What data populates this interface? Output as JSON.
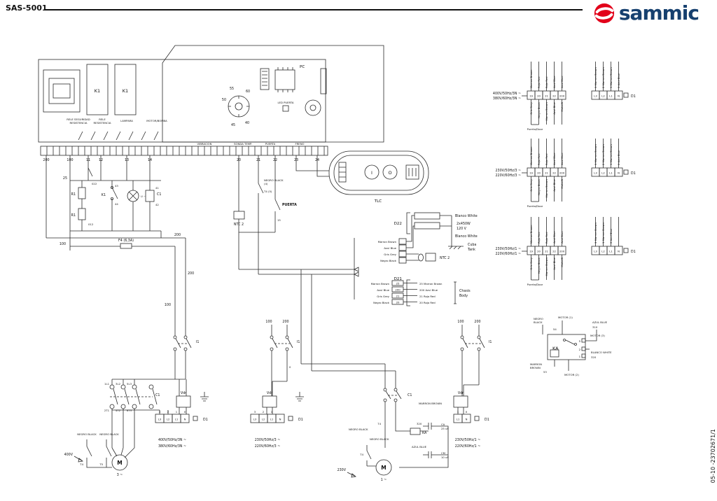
{
  "header": {
    "model": "SAS-5001",
    "brand": "sammic"
  },
  "footer": {
    "doc": "05-10 -23702671/1"
  },
  "colors": {
    "accent_red": "#e2001a",
    "brand_navy": "#16406f",
    "line": "#2a2a2a"
  },
  "board": {
    "k1a": "K1",
    "k1b": "K1",
    "relay1_l1": "RELE SEGURIDAD",
    "relay1_l2": "RESISTENCIA",
    "relay2_l1": "RELE",
    "relay2_l2": "RESISTENCIA",
    "lampara": "LAMPARA",
    "motor": "MOTOR/BOMBA",
    "pc": "PC",
    "led": "LED PUERTA",
    "dial": {
      "d55": "55",
      "d60": "60",
      "d50": "50",
      "d45": "45",
      "d40": "40"
    },
    "groups": {
      "vibracion": "VIBRACION",
      "sonda": "SONDA TEMP.",
      "puerta": "PUERTA",
      "freno": "FRENO"
    },
    "terminals": [
      "200",
      "100",
      "11",
      "12",
      "13",
      "14",
      "20",
      "21",
      "22",
      "23",
      "24"
    ]
  },
  "left": {
    "n25": "25",
    "n022": "022",
    "n012": "012",
    "r1a": "R1",
    "r1b": "R1",
    "k1": "K1",
    "n43": "43",
    "n44": "44",
    "c1": "C1",
    "n41": "41",
    "n42": "42",
    "u": "U ~",
    "fuse": "F4 (6,3A)",
    "w100": "100",
    "w200": "200",
    "d100": "100",
    "d200": "200"
  },
  "door": {
    "ntc": "NTC 2",
    "negro": "NEGRO BLACK",
    "n4": "(4)",
    "t4": "T4",
    "n5": "(5)",
    "puerta": "PUERTA",
    "n15": "15"
  },
  "tlc": {
    "label": "TLC",
    "on": "I",
    "off": "O"
  },
  "heater": {
    "d22": "D22",
    "white1": "Blanco White",
    "watts": "2x450W",
    "volts": "120 V",
    "white2": "Blanco White",
    "cuba": "Cuba",
    "tank": "Tank",
    "wires": [
      "Marron Brown",
      "Azul Blue",
      "Gris Grey",
      "Negro Black"
    ],
    "ntc": "NTC 2",
    "d21": "D21",
    "rows_l": [
      "Marron Brown",
      "Azul Blue",
      "Gris Grey",
      "Negro Black"
    ],
    "rows_n": [
      "25",
      "200",
      "21",
      "20"
    ],
    "rows_r": [
      "25 Marron Brown",
      "200 Azul Blue",
      "21 Rojo Red",
      "20 Rojo Red"
    ],
    "chasis1": "Chasis",
    "chasis2": "Body"
  },
  "conn": [
    {
      "v1": "400V/50Hz/3N ~",
      "v2": "380V/60Hz/3N ~",
      "top": [
        "Marron Brown",
        "Rojo Red",
        "Rojo Red",
        "Azul Blue",
        "Azul Blue",
        "3 Marron Brown",
        "2 Marron Brown",
        "1 Marron Brown",
        "0 Azul Blue"
      ],
      "t": [
        "19",
        "20",
        "21",
        "22",
        "200"
      ],
      "p": [
        "L3",
        "L2",
        "L1",
        "N"
      ],
      "d1": "D1",
      "bottom": [
        "Gris Grey",
        "Negro Black",
        "Marron Brown",
        "Azul Blue",
        "MotorB"
      ],
      "door": "Puerta/Door"
    },
    {
      "v1": "230V/50Hz/3 ~",
      "v2": "220V/60Hz/3 ~",
      "top": [
        "Marron Brown",
        "Rojo Red",
        "Rojo Red",
        "Azul Blue",
        "Azul Blue",
        "3 Marron Brown",
        "2 Marron Brown",
        "1 Marron Brown",
        "0 Azul Blue"
      ],
      "t": [
        "19",
        "20",
        "21",
        "22",
        "200"
      ],
      "p": [
        "L3",
        "L2",
        "L1",
        "N"
      ],
      "d1": "D1",
      "bottom": [
        "Gris Grey",
        "Negro Black",
        "Marron Brown",
        "Azul Blue",
        "MotorB"
      ],
      "door": "Puerta/Door"
    },
    {
      "v1": "230V/50Hz/1 ~",
      "v2": "220V/60Hz/1 ~",
      "top": [
        "Marron Brown",
        "Rojo Red",
        "Rojo Red",
        "Azul Blue",
        "Azul Blue",
        "3 Marron Brown",
        "1 Marron Brown",
        "0 Azul Blue",
        "0 Azul Blue"
      ],
      "t": [
        "19",
        "20",
        "21",
        "22",
        "200"
      ],
      "p": [
        "L3",
        "L2",
        "L1",
        "N"
      ],
      "d1": "D1",
      "bottom": [
        "Gris Grey",
        "Negro Black",
        "Marron Brown",
        "Azul Blue",
        "MotorB"
      ],
      "door": "Puerta/Door"
    }
  ],
  "ka": {
    "negro1": "NEGRO",
    "negro2": "BLACK",
    "n54": "54",
    "motor1": "MOTOR (1)",
    "azul": "AZUL BLUE",
    "n310": "310",
    "motor3": "MOTOR (3)",
    "label": "KA",
    "n5": "5",
    "n2": "2",
    "n1": "1",
    "blanco": "BLANCO WHITE",
    "n320": "320",
    "marron1": "MARRON",
    "marron2": "BROWN",
    "n53": "53",
    "motor2": "MOTOR (2)"
  },
  "ca": {
    "i1": "I1",
    "c1": "C1",
    "poles_top": [
      "1L1",
      "3L2",
      "5L3"
    ],
    "poles_bot": [
      "2T1",
      "4T2",
      "6T3"
    ],
    "vdr": "Vdr",
    "pins": [
      "3",
      "2",
      "1",
      "0"
    ],
    "strip": [
      "L3",
      "L2",
      "L1",
      "N"
    ],
    "d1": "D1",
    "v1": "400V/50Hz/3N ~",
    "v2": "380V/60Hz/3N ~",
    "negroA": "NEGRO BLACK",
    "negroB": "NEGRO BLACK",
    "t4": "T4",
    "t5": "T5",
    "volt": "400V",
    "m": "M",
    "ph": "3 ~"
  },
  "cb": {
    "w100": "100",
    "w200": "200",
    "i1": "I1",
    "n0": "0",
    "vdr": "Vdr",
    "pins": [
      "3",
      "2",
      "1"
    ],
    "strip": [
      "L3",
      "L2",
      "L1",
      "N"
    ],
    "d1": "D1",
    "v1": "230V/50Hz/3 ~",
    "v2": "220V/60Hz/3 ~"
  },
  "cc": {
    "c1": "C1",
    "marron": "MARRON BROWN",
    "n74": "74",
    "negroA": "NEGRO BLACK",
    "negroB": "NEGRO BLACK",
    "azul": "AZUL BLUE",
    "ka": "KA",
    "n320": "320",
    "caL": "CA",
    "caV": "25 uF",
    "cmL": "CM",
    "cmV": "10 uF",
    "t4": "T4",
    "volt": "230V",
    "m": "M",
    "ph": "1 ~",
    "w100": "100",
    "w200": "200",
    "i1": "I1",
    "vdr": "Vdr",
    "pins": [
      "1",
      "0"
    ],
    "strip": [
      "L1",
      "N"
    ],
    "d1": "D1",
    "v1": "230V/50Hz/1 ~",
    "v2": "220V/60Hz/1 ~"
  }
}
